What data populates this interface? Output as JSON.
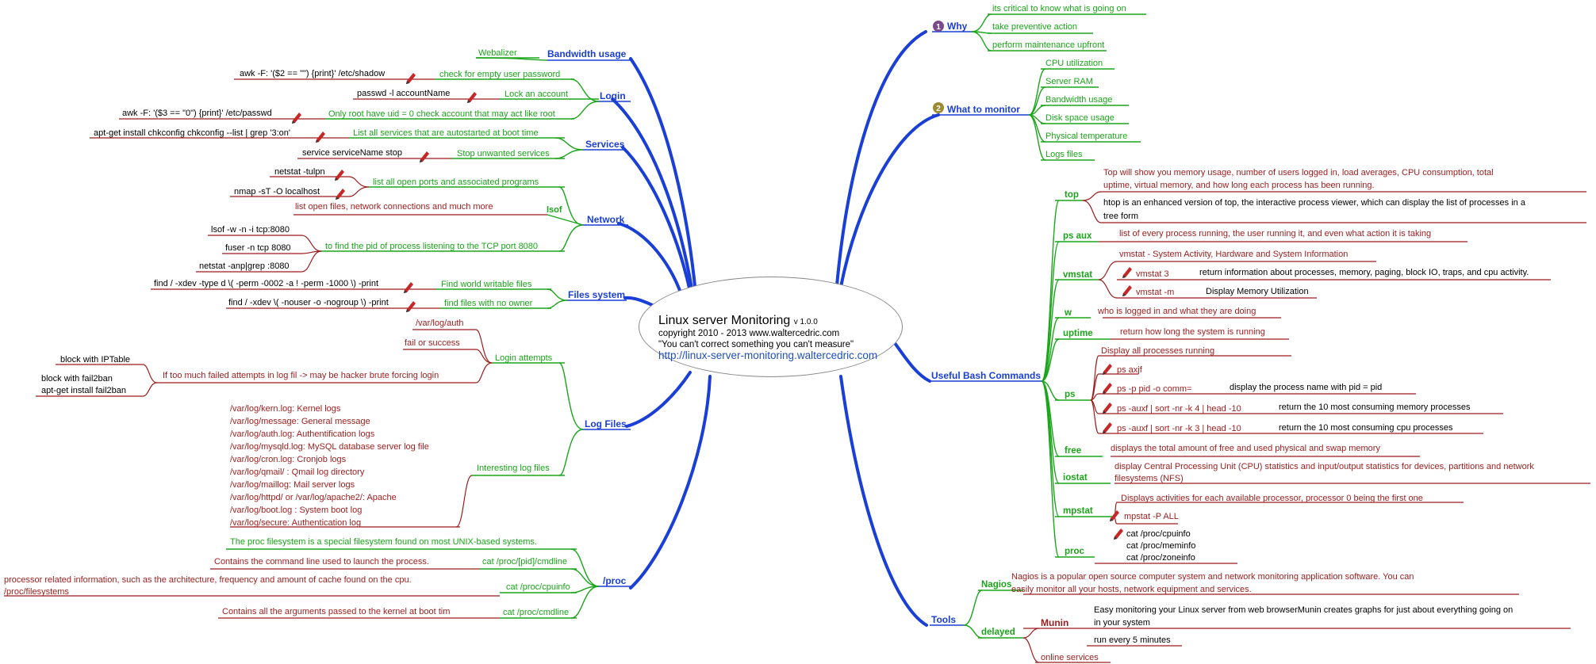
{
  "center": {
    "title": "Linux server Monitoring",
    "version": "v 1.0.0",
    "copyright": "copyright 2010 - 2013 www.waltercedric.com",
    "quote": "\"You can't correct something you can't measure\"",
    "url": "http://linux-server-monitoring.waltercedric.com"
  },
  "colors": {
    "branch": "#1a3fd6",
    "green": "#1aa51a",
    "darkred": "#9c1c1c",
    "leaf_text": "#000000"
  },
  "topics": {
    "bandwidth": {
      "label": "Bandwidth usage",
      "children": [
        "Webalizer"
      ]
    },
    "login": {
      "label": "Login",
      "children": [
        {
          "label": "check for empty user password",
          "cmd": "awk -F: '($2 == \"\") {print}' /etc/shadow"
        },
        {
          "label": "Lock an account",
          "cmd": "passwd -l accountName"
        },
        {
          "label": "Only root have uid = 0 check account that may act like root",
          "cmd": "awk -F: '($3 == \"0\") {print}' /etc/passwd"
        }
      ]
    },
    "services": {
      "label": "Services",
      "children": [
        {
          "label": "List all services that are autostarted at boot time",
          "cmd": "apt-get install chkconfig chkconfig --list | grep '3:on'"
        },
        {
          "label": "Stop unwanted services",
          "cmd": "service serviceName stop"
        }
      ]
    },
    "network": {
      "label": "Network",
      "children": [
        {
          "label": "list all open ports and associated programs",
          "cmds": [
            "netstat -tulpn",
            "nmap -sT -O localhost"
          ]
        },
        {
          "label": "lsof",
          "desc": "list open files, network connections and much more"
        },
        {
          "label": "to find the pid of process listening to the TCP port 8080",
          "cmds": [
            "lsof -w -n -i tcp:8080",
            "fuser -n tcp 8080",
            "netstat -anp|grep :8080"
          ]
        }
      ]
    },
    "files": {
      "label": "Files system",
      "children": [
        {
          "label": "Find world writable files",
          "cmd": "find / -xdev -type d \\( -perm -0002 -a ! -perm -1000 \\) -print"
        },
        {
          "label": "find files with no owner",
          "cmd": "find / -xdev \\( -nouser -o -nogroup \\) -print"
        }
      ]
    },
    "logfiles": {
      "label": "Log Files",
      "login_attempts": "Login attempts",
      "la_children": [
        "/var/log/auth",
        "fail or success",
        "If too much failed attempts in log fil -> may be hacker brute forcing login"
      ],
      "bruteforce_children": [
        "block with IPTable",
        "block with fail2ban",
        "apt-get install fail2ban"
      ],
      "interesting": "Interesting log files",
      "interesting_lines": [
        "/var/log/kern.log: Kernel logs",
        "/var/log/message: General message",
        "/var/log/auth.log: Authentification logs",
        "/var/log/mysqld.log: MySQL database server log file",
        "/var/log/cron.log: Cronjob logs",
        "/var/log/qmail/ : Qmail log directory",
        "/var/log/maillog: Mail server logs",
        "/var/log/httpd/ or  /var/log/apache2/:   Apache",
        "/var/log/boot.log : System boot log",
        "/var/log/secure: Authentication log"
      ]
    },
    "proc": {
      "label": "/proc",
      "desc": "The proc filesystem is a special filesystem found on most UNIX-based systems.",
      "children": [
        {
          "label": "cat /proc/[pid]/cmdline",
          "desc": "Contains the command line used to launch the process."
        },
        {
          "label": "cat /proc/cpuinfo",
          "desc1": "processor related information, such as the architecture, frequency and amount of cache found on the cpu.",
          "desc2": "/proc/filesystems"
        },
        {
          "label": "cat /proc/cmdline",
          "desc": "Contains all the arguments passed to the kernel at boot tim"
        }
      ]
    },
    "why": {
      "label": "Why",
      "badge": "1",
      "children": [
        "its critical to know what is going on",
        "take preventive action",
        "perform maintenance upfront"
      ]
    },
    "what": {
      "label": "What to monitor",
      "badge": "2",
      "children": [
        "CPU utilization",
        "Server RAM",
        "Bandwidth usage",
        "Disk space usage",
        "Physical temperature",
        "Logs files"
      ]
    },
    "bash": {
      "label": "Useful Bash Commands",
      "top": {
        "label": "top",
        "d1a": "Top will show you memory usage, number of users logged in, load averages, CPU consumption, total",
        "d1b": "uptime, virtual memory, and how long each process has been running.",
        "d2a": "htop is an enhanced version of top, the interactive process viewer, which can display the list of processes in a",
        "d2b": "tree form"
      },
      "psaux": {
        "label": "ps aux",
        "desc": "list of every process running, the user running it, and even what action it is taking"
      },
      "vmstat": {
        "label": "vmstat",
        "d1": "vmstat - System Activity, Hardware and System Information",
        "c1": "vmstat 3",
        "c1d": "return information about processes, memory, paging, block IO, traps, and cpu activity.",
        "c2": "vmstat -m",
        "c2d": "Display Memory Utilization"
      },
      "w": {
        "label": "w",
        "desc": "who is logged in  and what they are doing"
      },
      "uptime": {
        "label": "uptime",
        "desc": "return how long the system is running"
      },
      "ps": {
        "label": "ps",
        "d1": "Display all processes running",
        "c1": "ps axjf",
        "c2": "ps -p pid  -o comm=",
        "c2d": "display the process name with pid = pid",
        "c3": "ps -auxf | sort -nr -k 4 | head -10",
        "c3d": "return the 10 most consuming memory processes",
        "c4": "ps -auxf | sort -nr -k 3 | head -10",
        "c4d": "return the 10 most consuming cpu processes"
      },
      "free": {
        "label": "free",
        "desc": "displays the total amount of free and used physical and swap memory"
      },
      "iostat": {
        "label": "iostat",
        "d1": "display Central Processing Unit (CPU) statistics and input/output statistics for devices, partitions and network",
        "d2": "filesystems (NFS)"
      },
      "mpstat": {
        "label": "mpstat",
        "desc": "Displays activities for each available processor, processor 0 being the first one",
        "cmd": "mpstat -P ALL"
      },
      "proc": {
        "label": "proc",
        "lines": [
          "cat /proc/cpuinfo",
          "cat /proc/meminfo",
          "cat /proc/zoneinfo"
        ]
      }
    },
    "tools": {
      "label": "Tools",
      "nagios": {
        "label": "Nagios",
        "d1": "Nagios is a popular open source computer system and network monitoring application software. You can",
        "d2": "easily monitor all your hosts, network equipment and services."
      },
      "delayed": {
        "label": "delayed",
        "munin": "Munin",
        "md1": "Easy monitoring your Linux server from web browserMunin creates graphs for just about everything going on",
        "md2": "in your system",
        "md3": "run every 5 minutes",
        "online": "online services"
      }
    }
  }
}
